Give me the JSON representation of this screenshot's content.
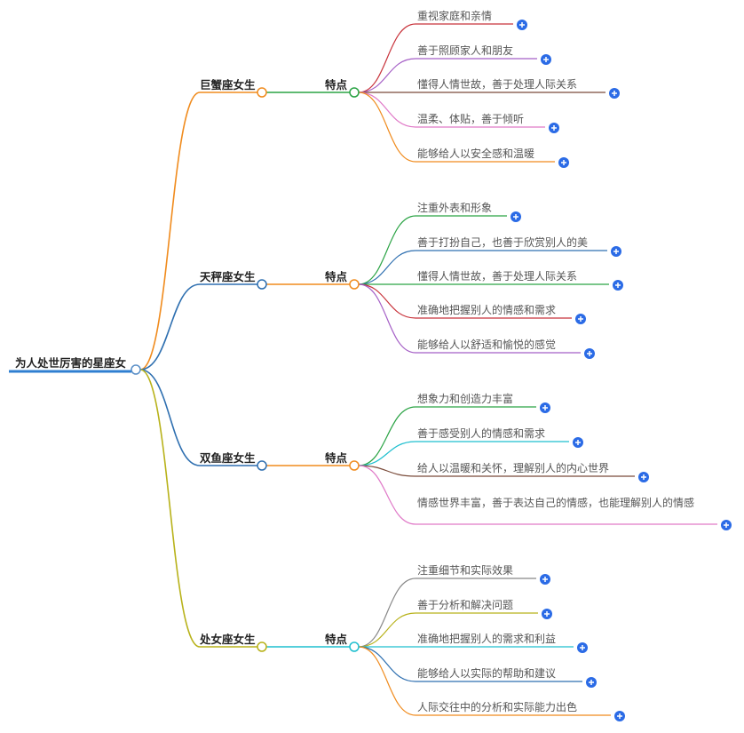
{
  "root": {
    "label": "为人处世厉害的星座女",
    "color": "#2f7fd1"
  },
  "branches": [
    {
      "label": "巨蟹座女生",
      "color": "#f08b1d",
      "sub": {
        "label": "特点",
        "color": "#2aa344",
        "leaves": [
          {
            "text": "重视家庭和亲情",
            "color": "#c8323a"
          },
          {
            "text": "善于照顾家人和朋友",
            "color": "#a55fc6"
          },
          {
            "text": "懂得人情世故，善于处理人际关系",
            "color": "#7a4b3a"
          },
          {
            "text": "温柔、体贴，善于倾听",
            "color": "#e07ac8"
          },
          {
            "text": "能够给人以安全感和温暖",
            "color": "#f08b1d"
          }
        ]
      }
    },
    {
      "label": "天秤座女生",
      "color": "#2e6fb0",
      "sub": {
        "label": "特点",
        "color": "#f08b1d",
        "leaves": [
          {
            "text": "注重外表和形象",
            "color": "#2aa344"
          },
          {
            "text": "善于打扮自己，也善于欣赏别人的美",
            "color": "#2e6fb0"
          },
          {
            "text": "懂得人情世故，善于处理人际关系",
            "color": "#2aa344"
          },
          {
            "text": "准确地把握别人的情感和需求",
            "color": "#c8323a"
          },
          {
            "text": "能够给人以舒适和愉悦的感觉",
            "color": "#a55fc6"
          }
        ]
      }
    },
    {
      "label": "双鱼座女生",
      "color": "#2e6fb0",
      "sub": {
        "label": "特点",
        "color": "#f08b1d",
        "leaves": [
          {
            "text": "想象力和创造力丰富",
            "color": "#2aa344"
          },
          {
            "text": "善于感受别人的情感和需求",
            "color": "#1fbfcf"
          },
          {
            "text": "给人以温暖和关怀，理解别人的内心世界",
            "color": "#7a4b3a"
          },
          {
            "text": "情感世界丰富，善于表达自己的情感，也能理解别人的情感",
            "color": "#e07ac8"
          }
        ]
      }
    },
    {
      "label": "处女座女生",
      "color": "#b8b21a",
      "sub": {
        "label": "特点",
        "color": "#1fbfcf",
        "leaves": [
          {
            "text": "注重细节和实际效果",
            "color": "#888888"
          },
          {
            "text": "善于分析和解决问题",
            "color": "#b8b21a"
          },
          {
            "text": "准确地把握别人的需求和利益",
            "color": "#1fbfcf"
          },
          {
            "text": "能够给人以实际的帮助和建议",
            "color": "#2e6fb0"
          },
          {
            "text": "人际交往中的分析和实际能力出色",
            "color": "#f08b1d"
          }
        ]
      }
    }
  ],
  "expand_icon": "plus-circle-icon",
  "expand_color": "#2b6be6"
}
